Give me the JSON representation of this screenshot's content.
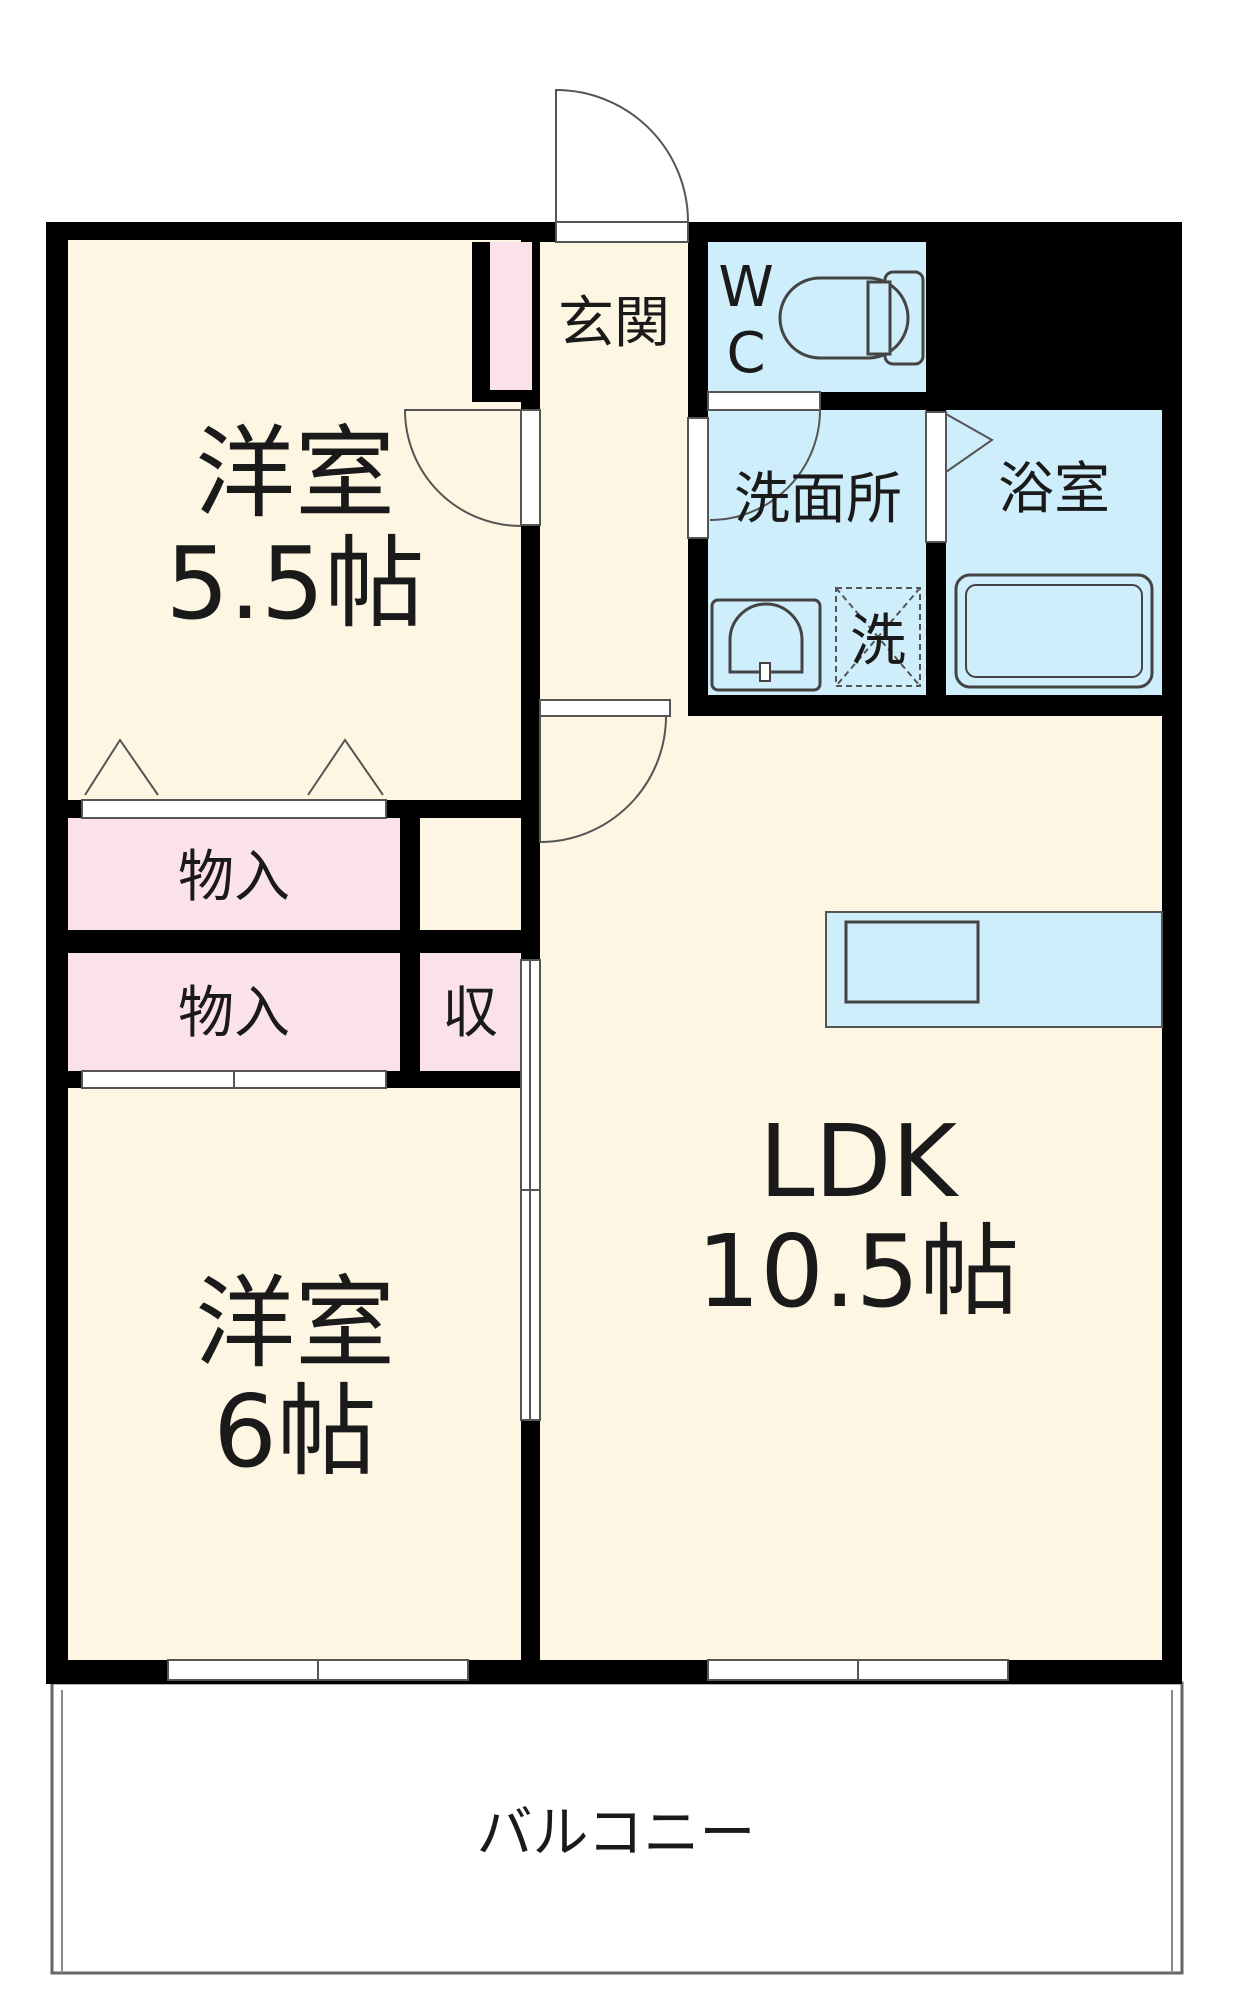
{
  "colors": {
    "room_fill": "#fdf6e3",
    "wet_area_fill": "#cfeefb",
    "storage_fill": "#fbe1ea",
    "wall": "#000000",
    "balcony_fill": "#ffffff",
    "line": "#555555"
  },
  "rooms": {
    "western_room_1": {
      "name": "洋室",
      "size": "5.5帖"
    },
    "western_room_2": {
      "name": "洋室",
      "size": "6帖"
    },
    "ldk": {
      "name": "LDK",
      "size": "10.5帖"
    },
    "entrance": {
      "name": "玄関"
    },
    "wc": {
      "name_line1": "W",
      "name_line2": "C"
    },
    "washroom": {
      "name": "洗面所"
    },
    "bathroom": {
      "name": "浴室"
    },
    "washer": {
      "name": "洗"
    },
    "closet_1": {
      "name": "物入"
    },
    "closet_2": {
      "name": "物入"
    },
    "storage": {
      "name": "収"
    },
    "balcony": {
      "name": "バルコニー"
    }
  },
  "icons": [
    "toilet-icon",
    "washbasin-icon",
    "bathtub-icon",
    "kitchen-counter-icon",
    "door-swing-icon",
    "closet-door-icon",
    "window-icon"
  ]
}
